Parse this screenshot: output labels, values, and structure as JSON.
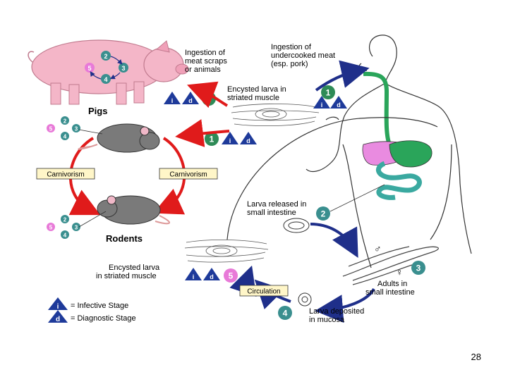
{
  "labels": {
    "ingestion_scraps": [
      "Ingestion of",
      "meat scraps",
      "or animals"
    ],
    "ingestion_undercooked": [
      "Ingestion of",
      "undercooked meat",
      "(esp. pork)"
    ],
    "encysted_top": [
      "Encysted larva in",
      "striated muscle"
    ],
    "pigs": "Pigs",
    "rodents": "Rodents",
    "carnivorism_left": "Carnivorism",
    "carnivorism_right": "Carnivorism",
    "larva_released": [
      "Larva released in",
      "small intestine"
    ],
    "adults": [
      "Adults in",
      "small intestine"
    ],
    "larva_deposited": [
      "Larva deposited",
      "in mucosa"
    ],
    "encysted_bottom": [
      "Encysted larva",
      "in striated muscle"
    ],
    "circulation": "Circulation",
    "male_symbol": "♂",
    "female_symbol": "♀"
  },
  "stages": {
    "s1": "1",
    "s2": "2",
    "s3": "3",
    "s4": "4",
    "s5": "5",
    "infective_letter": "i",
    "diagnostic_letter": "d"
  },
  "mini_cycle": {
    "a": "2",
    "b": "3",
    "c": "4",
    "d": "5"
  },
  "legend": {
    "infective": "= Infective Stage",
    "diagnostic": "= Diagnostic Stage"
  },
  "slide_number": "28",
  "colors": {
    "red_arrow": "#e01b1b",
    "blue_arrow": "#1f2f8a",
    "stage_green": "#2e8b57",
    "stage_teal": "#3a8f8f",
    "stage_pink": "#e87ad8",
    "triangle_blue": "#1e3a9a",
    "pig_pink": "#f4b6c8",
    "rat_gray": "#7a7a7a",
    "gut_green": "#2aa55a",
    "liver_pink": "#e98be0"
  }
}
